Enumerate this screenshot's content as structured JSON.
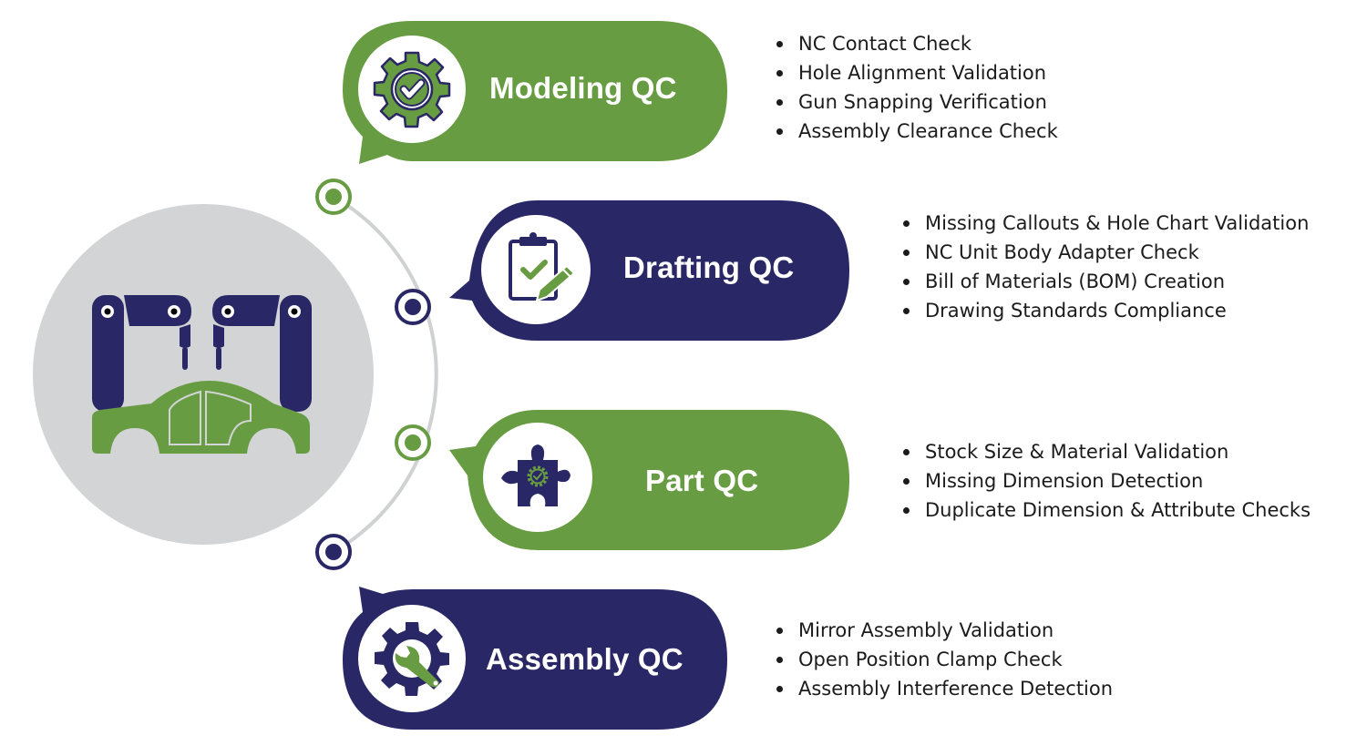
{
  "colors": {
    "green": "#679c42",
    "navy": "#2a2766",
    "hub_gray": "#d3d4d6",
    "arc_gray": "#d0d1d3",
    "text": "#1b1b1b"
  },
  "hub": {
    "icon": "robotic-car-assembly-icon"
  },
  "stages": [
    {
      "title": "Modeling QC",
      "icon": "gear-check-icon",
      "color": "green",
      "items": [
        "NC Contact Check",
        "Hole Alignment Validation",
        "Gun Snapping Verification",
        "Assembly Clearance Check"
      ]
    },
    {
      "title": "Drafting QC",
      "icon": "clipboard-pencil-icon",
      "color": "navy",
      "items": [
        "Missing Callouts & Hole Chart Validation",
        "NC Unit Body Adapter Check",
        "Bill of Materials (BOM) Creation",
        "Drawing Standards Compliance"
      ]
    },
    {
      "title": "Part QC",
      "icon": "puzzle-gear-icon",
      "color": "green",
      "items": [
        "Stock Size & Material Validation",
        "Missing Dimension Detection",
        "Duplicate Dimension & Attribute Checks"
      ]
    },
    {
      "title": "Assembly QC",
      "icon": "gear-wrench-icon",
      "color": "navy",
      "items": [
        "Mirror Assembly Validation",
        "Open Position Clamp Check",
        "Assembly Interference Detection"
      ]
    }
  ]
}
